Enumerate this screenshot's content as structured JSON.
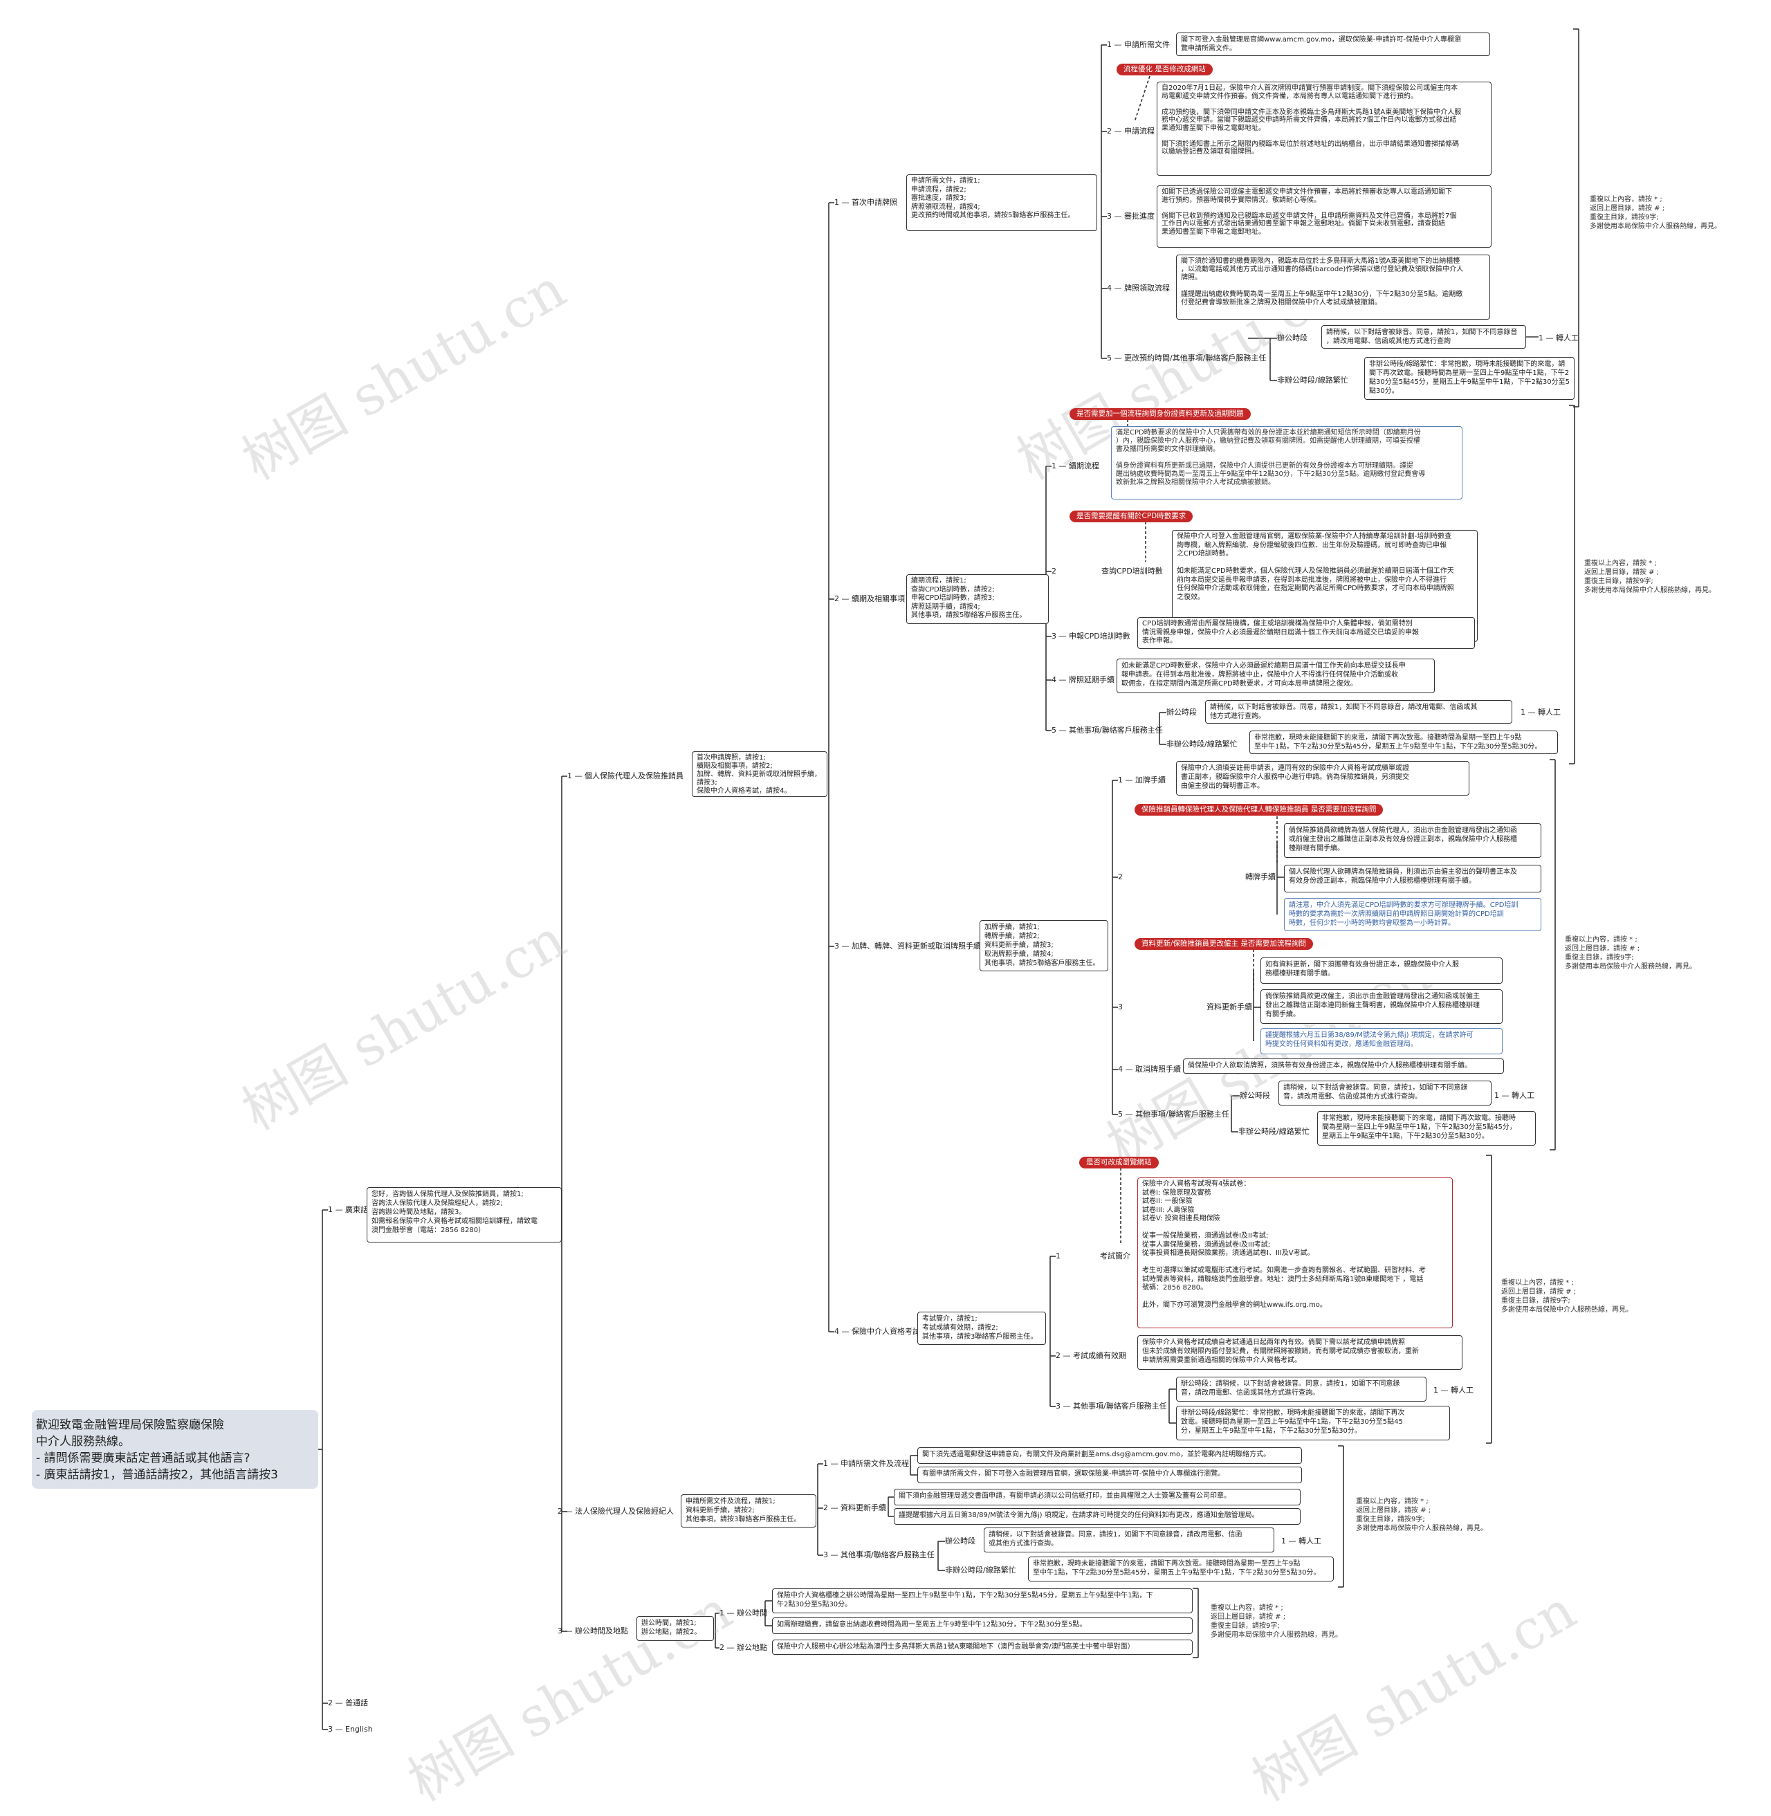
{
  "root": "歡迎致電金融管理局保險監察廳保險\n中介人服務熱線。\n- 請問係需要廣東話定普通話或其他語言?\n- 廣東話請按1，普通話請按2，其他語言請按3",
  "watermark": "树图 shutu.cn",
  "colors": {
    "tag_red": "#c62828",
    "link": "#333333",
    "root_bg": "#dde2ea",
    "note_blue": "#3a64a8"
  },
  "level1": {
    "cantonese": "廣東話",
    "mandarin": "2 — 普通話",
    "english": "3 — English"
  },
  "cantonese_box": "您好，咨詢個人保險代理人及保險推銷員，請按1;\n咨詢法人保險代理人及保險經紀人，請按2;\n咨詢辦公時間及地點，請按3。\n如需報名保險中介人資格考試或相關培訓課程，請致電\n澳門金融學會（電話：2856 8280）",
  "b1": {
    "label": "1 — 個人保險代理人及保險推銷員",
    "box": "首次申請牌照，請按1;\n續期及相關事項，請按2;\n加牌、轉牌、資料更新或取消牌照手續，請按3;\n保險中介人資格考試，請按4。",
    "s1": {
      "label": "1 — 首次申請牌照",
      "box": "申請所需文件，請按1;\n申請流程，請按2;\n審批進度，請按3;\n牌照領取流程，請按4;\n更改預約時間或其他事項，請按5聯絡客戶服務主任。",
      "i1": {
        "label": "1 — 申請所需文件",
        "box": "閣下可登入金融管理局官網www.amcm.gov.mo，選取保險業-申請許可-保險中介人專欄瀏\n覽申請所需文件。"
      },
      "tag1": "流程優化 是否修改成網站",
      "i2": {
        "label": "2 — 申請流程",
        "box": "自2020年7月1日起，保險中介人首次牌照申請實行預審申請制度。閣下須經保險公司或僱主向本\n局電郵遞交申請文件作預審。倘文件齊備，本局將有專人以電話通知閣下進行預約。\n\n成功預約後，閣下須帶同申請文件正本及影本親臨士多鳥拜斯大馬路1號A東美閣地下保險中介人服\n務中心遞交申請。當閣下親臨遞交申請時所需文件齊備，本局將於7個工作日內以電郵方式發出結\n果通知書至閣下申報之電郵地址。\n\n閣下須於通知書上所示之期限內親臨本局位於前述地址的出納櫃台，出示申請結果通知書掃描條碼\n以繳納登記費及領取有關牌照。"
      },
      "i3": {
        "label": "3 — 審批進度",
        "box": "如閣下已透過保險公司或僱主電郵遞交申請文件作預審，本局將於預審收訖專人以電話通知閣下\n進行預約，預審時間視乎實際情況，敬請耐心等候。\n\n倘閣下已收到預約通知及已親臨本局遞交申請文件，且申請所需資料及文件已齊備，本局將於7個\n工作日內以電郵方式發出結果通知書至閣下申報之電郵地址。倘閣下尚未收到電郵，請查閱結\n果通知書至閣下申報之電郵地址。"
      },
      "i4": {
        "label": "4 — 牌照領取流程",
        "box": "閣下須於通知書的繳費期限內，親臨本局位於士多鳥拜斯大馬路1號A東美閣地下的出納櫃檯\n，以流動電話或其他方式出示通知書的條碼(barcode)作掃描以繳付登記費及領取保險中介人\n牌照。\n\n謹提醒出納處收費時間為周一至周五上午9點至中午12點30分，下午2點30分至5點。逾期繳\n付登記費會導致新批准之牌照及相關保險中介人考試成績被撤銷。"
      },
      "i5": {
        "label": "5 — 更改預約時間/其他事項/聯絡客戶服務主任",
        "office_label": "辦公時段",
        "office_box": "請稍候，以下對話會被錄音。同意，請按1，如閣下不同意錄音\n，請改用電郵、信函或其他方式進行查詢",
        "transfer": "1 — 轉人工",
        "offhours_label": "非辦公時段/線路繁忙",
        "offhours_box": "非辦公時段/線路繁忙：非常抱歉，現時未能接聽閣下的來電，請\n閣下再次致電。接聽時間為星期一至四上午9點至中午1點，下午2\n點30分至5點45分，星期五上午9點至中午1點，下午2點30分至5\n點30分。"
      }
    },
    "s2": {
      "label": "2 — 續期及相關事項",
      "box": "續期流程，請按1;\n查詢CPD培訓時數，請按2;\n申報CPD培訓時數，請按3;\n牌照延期手續，請按4;\n其他事項，請按5聯絡客戶服務主任。",
      "tag1": "是否需要加一個流程詢問身份證資料更新及過期問題",
      "i1": {
        "label": "1 — 續期流程",
        "box": "滿足CPD時數要求的保險中介人只需攜帶有效的身份證正本並於續期通知短信所示時間（即續期月份\n）內，親臨保險中介人服務中心，繳納登記費及領取有關牌照。如需提醒他人辦理續期，可填妥授權\n書及攜同所需要的文件辦理續期。\n\n倘身份證資料有所更新或已過期，保險中介人須提供已更新的有效身份證複本方可辦理續期。謹提\n醒出納處收費時間為周一至周五上午9點至中午12點30分，下午2點30分至5點。逾期繳付登記費會導\n致新批准之牌照及相關保險中介人考試成績被撤銷。"
      },
      "tag2": "是否需要提醒有關於CPD時數要求",
      "i2": {
        "label": "2",
        "sub": "查詢CPD培訓時數",
        "box": "保險中介人可登入金融管理局官網，選取保險業-保險中介人持續專業培訓計劃-培訓時數查\n詢專欄，輸入牌照編號、身份證編號後四位數、出生年份及驗證碼，就可即時查詢已申報\n之CPD培訓時數。\n\n如未能滿足CPD時數要求，個人保險代理人及保險推銷員必須最遲於續期日屆滿十個工作天\n前向本局提交延長申報申請表，在得到本局批准後，牌照將被中止，保險中介人不得進行\n任何保險中介活動或收取佣金，在指定期間內滿足所需CPD時數要求，才可向本局申請牌照\n之復效。"
      },
      "i3": {
        "label": "3 — 申報CPD培訓時數",
        "box": "CPD培訓時數通常由所屬保險機構，僱主或培訓機構為保險中介人集體申報，倘如需特別\n情況需親身申報，保險中介人必須最遲於續期日屆滿十個工作天前向本局遞交已填妥的申報\n表作申報。"
      },
      "i4": {
        "label": "4 — 牌照延期手續",
        "box": "如未能滿足CPD時數要求，保險中介人必須最遲於續期日屆滿十個工作天前向本局提交延長申\n報申請表。在得到本局批准後，牌照將被中止，保險中介人不得進行任何保險中介活動或收\n取佣金，在指定期間內滿足所需CPD時數要求，才可向本局申請牌照之復效。"
      },
      "i5": {
        "label": "5 — 其他事項/聯絡客戶服務主任",
        "office_label": "辦公時段",
        "office_box": "請稍候，以下對話會被錄音。同意，請按1，如閣下不同意錄音，請改用電郵、信函或其\n他方式進行查詢。",
        "transfer": "1 — 轉人工",
        "offhours_label": "非辦公時段/線路繁忙",
        "offhours_box": "非常抱歉，現時未能接聽閣下的來電，請閣下再次致電。接聽時間為星期一至四上午9點\n至中午1點，下午2點30分至5點45分，星期五上午9點至中午1點，下午2點30分至5點30分。"
      }
    },
    "s3": {
      "label": "3 — 加牌、轉牌、資料更新或取消牌照手續",
      "box": "加牌手續，請按1;\n轉牌手續，請按2;\n資料更新手續，請按3;\n取消牌照手續，請按4;\n其他事項，請按5聯絡客戶服務主任。",
      "i1": {
        "label": "1 — 加牌手續",
        "box": "保險中介人須填妥註冊申請表，連同有效的保險中介人資格考試成績單或證\n書正副本，親臨保險中介人服務中心進行申請。倘為保險推銷員，另須提交\n由僱主發出的聲明書正本。"
      },
      "tag1": "保險推銷員轉保險代理人及保險代理人轉保險推銷員 是否需要加流程詢問",
      "i2": {
        "label": "2",
        "sub": "轉牌手續",
        "box1": "倘保險推銷員欲轉牌為個人保險代理人，須出示由金融管理局發出之通知函\n或前僱主發出之離職信正副本及有效身份證正副本，親臨保險中介人服務櫃\n檯辦理有關手續。",
        "box2": "個人保險代理人欲轉牌為保險推銷員，則須出示由僱主發出的聲明書正本及\n有效身份證正副本，親臨保險中介人服務櫃檯辦理有關手續。",
        "box3": "請注意，中介人須先滿足CPD培訓時數的要求方可辦理轉牌手續。CPD培訓\n時數的要求為需於一次牌照續期日前申請牌照日期開始計算的CPD培訓\n時數，任何少於一小時的時數均會取整為一小時計算。"
      },
      "tag2": "資料更新/保險推銷員更改僱主 是否需要加流程詢問",
      "i3": {
        "label": "3",
        "sub": "資料更新手續",
        "box1": "如有資料更新，閣下須攜帶有效身份證正本，親臨保險中介人服\n務櫃檯辦理有關手續。",
        "box2": "倘保險推銷員欲更改僱主，須出示由金融管理局發出之通知函或前僱主\n發出之離職信正副本連同新僱主聲明書，親臨保險中介人服務櫃檯辦理\n有關手續。",
        "box3": "謹提醒根據六月五日第38/89/M號法令第九條j) 項規定，在請求許可\n時提交的任何資料如有更改，應通知金融管理局。"
      },
      "i4": {
        "label": "4 — 取消牌照手續",
        "box": "倘保險中介人欲取消牌照，須携带有效身份證正本，親臨保險中介人服務櫃檯辦理有關手續。"
      },
      "i5": {
        "label": "5 — 其他事項/聯絡客戶服務主任",
        "office_label": "辦公時段",
        "office_box": "請稍候，以下對話會被錄音。同意，請按1，如閣下不同意錄\n音，請改用電郵、信函或其他方式進行查詢。",
        "transfer": "1 — 轉人工",
        "offhours_label": "非辦公時段/線路繁忙",
        "offhours_box": "非常抱歉，現時未能接聽閣下的來電，請閣下再次致電。接聽時\n間為星期一至四上午9點至中午1點，下午2點30分至5點45分，\n星期五上午9點至中午1點，下午2點30分至5點30分。"
      }
    },
    "s4": {
      "label": "4 — 保險中介人資格考試",
      "box": "考試簡介，請按1;\n考試成績有效期，請按2;\n其他事項，請按3聯絡客戶服務主任。",
      "tag1": "是否可改成瀏覽網站",
      "i1": {
        "label": "1",
        "sub": "考試簡介",
        "box": "保險中介人資格考試現有4張試卷：\n試卷I: 保險原理及實務\n試卷II: 一般保險\n試卷III: 人壽保險\n試卷V: 投資相連長期保險\n\n從事一般保險業務，須通過試卷I及II考試;\n從事人壽保險業務，須通過試卷I及III考試;\n從事投資相連長期保險業務，須通過試卷I、III及V考試。\n\n考生可選擇以筆試或電腦形式進行考試。如需進一步查詢有關報名、考試範圍、研習材料、考\n試時間表等資料，請聯絡澳門金融學會。地址：澳門士多紐拜斯馬路1號B東曦閣地下 ，電話\n號碼：2856 8280。\n\n此外，閣下亦可瀏覽澳門金融學會的網址www.ifs.org.mo。"
      },
      "i2": {
        "label": "2 — 考試成績有效期",
        "box": "保險中介人資格考試成績自考試通過日起兩年內有效。倘閣下需以該考試成績申請牌照\n但未於成績有效期限內循付登記費，有關牌照將被撤銷，而有關考試成績亦會被取消，重新\n申請牌照需要重新通過相關的保險中介人資格考試。"
      },
      "i3": {
        "label": "3 — 其他事項/聯絡客戶服務主任",
        "office_box": "辦公時段：請稍候，以下對話會被錄音。同意，請按1，如閣下不同意錄\n音，請改用電郵、信函或其他方式進行查詢。",
        "transfer": "1 — 轉人工",
        "offhours_box": "非辦公時段/線路繁忙：非常抱歉，現時未能接聽閣下的來電，請閣下再次\n致電。接聽時間為星期一至四上午9點至中午1點，下午2點30分至5點45\n分，星期五上午9點至中午1點，下午2點30分至5點30分。"
      }
    }
  },
  "b2": {
    "label": "2 — 法人保險代理人及保險經紀人",
    "box": "申請所需文件及流程，請按1;\n資料更新手續，請按2;\n其他事項，請按3聯絡客戶服務主任。",
    "i1": {
      "label": "1 — 申請所需文件及流程",
      "box1": "閣下須先透過電郵發送申請意向，有關文件及商業計劃至ams.dsg@amcm.gov.mo，並於電郵內註明聯絡方式。",
      "box2": "有關申請所需文件，閣下可登入金融管理局官網，選取保險業-申請許可-保險中介人專欄進行瀏覽。"
    },
    "i2": {
      "label": "2 — 資料更新手續",
      "box1": "閣下須向金融管理局遞交書面申請，有關申請必須以公司信紙打印，並由具權限之人士簽署及蓋有公司印章。",
      "box2": "謹提醒根據六月五日第38/89/M號法令第九條j) 項規定，在請求許可時提交的任何資料如有更改，應通知金融管理局。"
    },
    "i3": {
      "label": "3 — 其他事項/聯絡客戶服務主任",
      "office_label": "辦公時段",
      "office_box": "請稍候，以下對話會被錄音。同意，請按1，如閣下不同意錄音，請改用電郵、信函\n或其他方式進行查詢。",
      "transfer": "1 — 轉人工",
      "offhours_label": "非辦公時段/線路繁忙",
      "offhours_box": "非常抱歉，現時未能接聽閣下的來電，請閣下再次致電。接聽時間為星期一至四上午9點\n至中午1點，下午2點30分至5點45分，星期五上午9點至中午1點，下午2點30分至5點30分。"
    }
  },
  "b3": {
    "label": "3 — 辦公時間及地點",
    "box": "辦公時間，請按1;\n辦公地點，請按2。",
    "i1": {
      "label": "1 — 辦公時間",
      "box1": "保險中介人資格櫃檯之辦公時間為星期一至四上午9點至中午1點，下午2點30分至5點45分，星期五上午9點至中午1點，下\n午2點30分至5點30分。",
      "box2": "如需辦理繳費，請留意出納處收費時間為周一至周五上午9時至中午12點30分，下午2點30分至5點。"
    },
    "i2": {
      "label": "2 — 辦公地點",
      "box": "保險中介人服務中心辦公地點為澳門士多鳥拜斯大馬路1號A東曦閣地下（澳門金融學會旁/澳門高美士中葡中學對面）"
    }
  },
  "side_note": "重複以上內容，請按 * ;\n返回上層目錄，請按 # ;\n重復主目錄，請按9字;\n多謝使用本局保險中介人服務熱線，再見。"
}
